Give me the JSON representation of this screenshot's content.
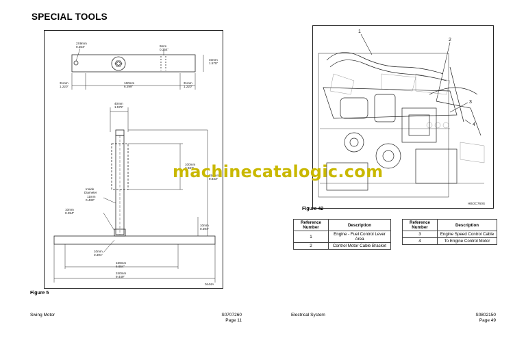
{
  "page_title": "SPECIAL TOOLS",
  "figure5": {
    "caption": "Figure 5",
    "dims": {
      "hole_pair_mm": "2X9mm",
      "hole_pair_in": "0.354\"",
      "hole_single_mm": "9mm",
      "hole_single_in": "0.354\"",
      "height_mm": "40mm",
      "height_in": "1.575\"",
      "left_mm": "31mm",
      "left_in": "1.220\"",
      "center_mm": "160mm",
      "center_in": "6.299\"",
      "right_mm": "31mm",
      "right_in": "1.220\"",
      "top_w_mm": "40mm",
      "top_w_in": "1.575\"",
      "mid_h_mm": "100mm",
      "mid_h_in": "3.937\"",
      "tall_mm": "250mm",
      "tall_in": "9.843\"",
      "inside_label": "Inside\nDiameter",
      "inside_mm": "11mm",
      "inside_in": "0.433\"",
      "side1_mm": "10mm",
      "side1_in": "0.394\"",
      "base_h_mm": "10mm",
      "base_h_in": "0.394\"",
      "side2_mm": "10mm",
      "side2_in": "0.394\"",
      "base1_mm": "169mm",
      "base1_in": "6.654\"",
      "base2_mm": "240mm",
      "base2_in": "9.449\"",
      "drawing_no": "0444A"
    }
  },
  "figure42": {
    "caption": "Figure 42",
    "callouts": [
      "1",
      "2",
      "3",
      "4"
    ],
    "image_code": "HBOC760S"
  },
  "table_left": {
    "headers": [
      "Reference\nNumber",
      "Description"
    ],
    "rows": [
      [
        "1",
        "Engine - Fuel Control Lever\nArea"
      ],
      [
        "2",
        "Control Motor Cable Bracket"
      ]
    ]
  },
  "table_right": {
    "headers": [
      "Reference\nNumber",
      "Description"
    ],
    "rows": [
      [
        "3",
        "Engine Speed Control Cable"
      ],
      [
        "4",
        "To Engine Control Motor"
      ]
    ]
  },
  "watermark": "machinecatalogic.com",
  "footer_left": {
    "section": "Swing Motor",
    "doc": "S0707260",
    "page": "Page 11"
  },
  "footer_right": {
    "section": "Electrical System",
    "doc": "S0802150",
    "page": "Page 49"
  },
  "colors": {
    "watermark": "#c9b800",
    "line": "#222222"
  }
}
